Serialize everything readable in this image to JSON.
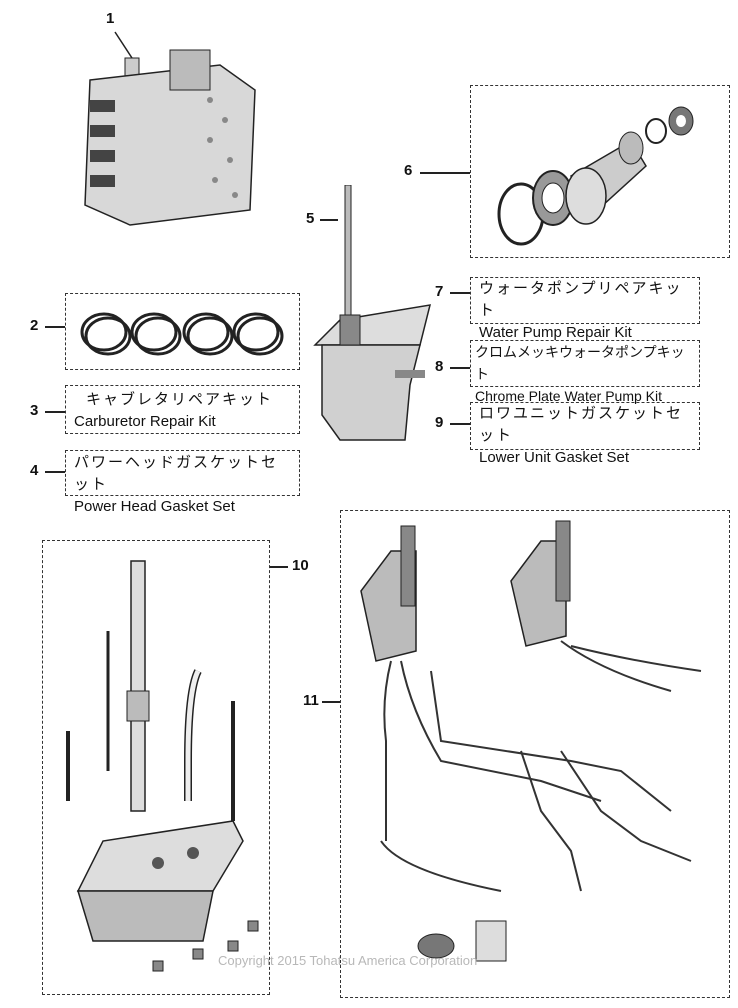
{
  "callouts": [
    "1",
    "2",
    "3",
    "4",
    "5",
    "6",
    "7",
    "8",
    "9",
    "10",
    "11"
  ],
  "kits": {
    "carburetor": {
      "jp": "キャブレタリペアキット",
      "en": "Carburetor Repair Kit"
    },
    "power_head": {
      "jp": "パワーヘッドガスケットセット",
      "en": "Power Head Gasket Set"
    },
    "water_pump": {
      "jp": "ウォータポンプリペアキット",
      "en": "Water Pump Repair Kit"
    },
    "chrome_pump": {
      "jp": "クロムメッキウォータポンプキット",
      "en": "Chrome Plate Water Pump Kit"
    },
    "lower_unit": {
      "jp": "ロワユニットガスケットセット",
      "en": "Lower Unit Gasket Set"
    }
  },
  "watermark": "Copyright 2015 Tohatsu America Corporation"
}
